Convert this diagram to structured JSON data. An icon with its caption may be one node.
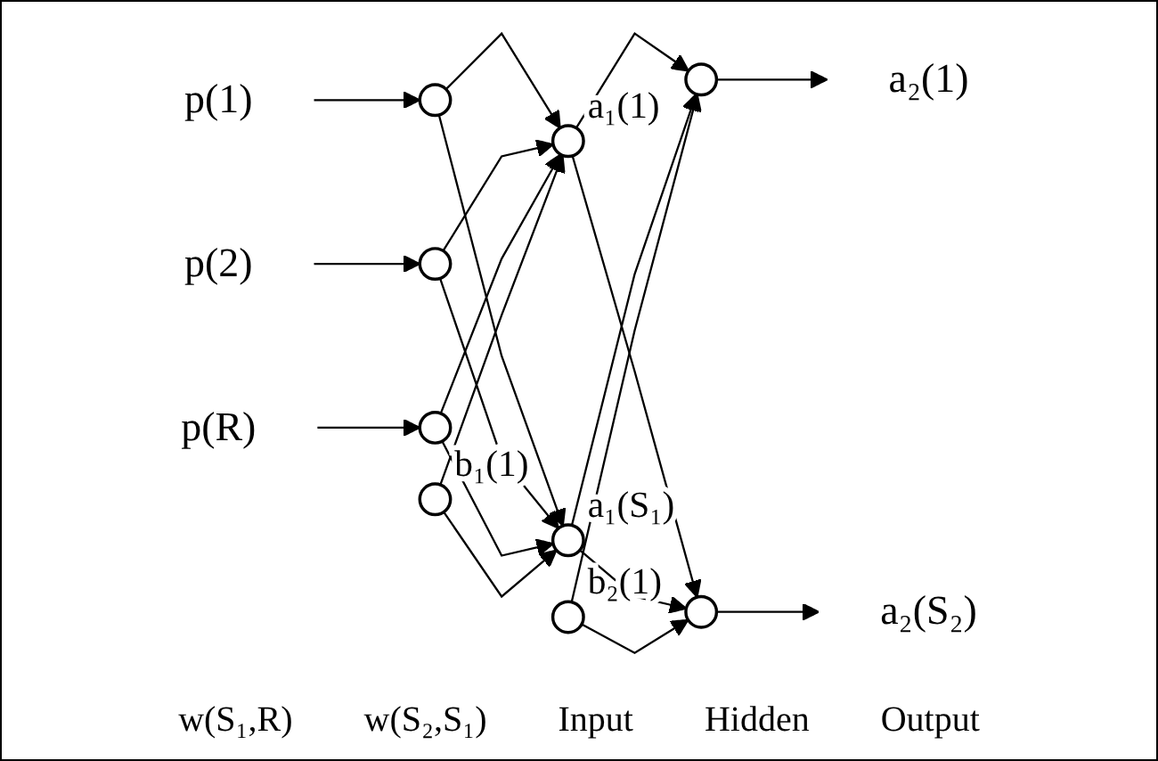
{
  "diagram": {
    "nodes": [
      {
        "text": [
          "p(1)"
        ]
      },
      {
        "text": [
          "p(2)"
        ]
      },
      {
        "text": [
          "p(R)"
        ]
      },
      {
        "text": [],
        "shape": "circle"
      },
      {
        "text": [],
        "shape": "circle"
      },
      {
        "text": [],
        "shape": "circle"
      },
      {
        "text": [],
        "shape": "circle",
        "beside": [
          "b₁(1)"
        ]
      },
      {
        "text": [],
        "shape": "circle",
        "beside": [
          "a₁(1)"
        ]
      },
      {
        "text": [],
        "shape": "circle",
        "beside": [
          "a₁(S₁)"
        ]
      },
      {
        "text": [],
        "shape": "circle",
        "beside": [
          "b₂(1)"
        ]
      },
      {
        "text": [],
        "shape": "circle"
      },
      {
        "text": [],
        "shape": "circle"
      },
      {
        "text": [
          "a₂(1)"
        ]
      },
      {
        "text": [
          "a₂(S₂)"
        ]
      }
    ],
    "edges": [
      {
        "from": 0,
        "to": 3,
        "arrow": "to"
      },
      {
        "from": 1,
        "to": 4,
        "arrow": "to"
      },
      {
        "from": 2,
        "to": 5,
        "arrow": "to"
      },
      {
        "from": 3,
        "to": 7,
        "arrow": "to"
      },
      {
        "from": 3,
        "to": 8,
        "arrow": "to"
      },
      {
        "from": 4,
        "to": 7,
        "arrow": "to"
      },
      {
        "from": 4,
        "to": 8,
        "arrow": "to"
      },
      {
        "from": 5,
        "to": 7,
        "arrow": "to"
      },
      {
        "from": 5,
        "to": 8,
        "arrow": "to"
      },
      {
        "from": 6,
        "to": 7,
        "arrow": "to"
      },
      {
        "from": 6,
        "to": 8,
        "arrow": "to"
      },
      {
        "from": 7,
        "to": 10,
        "arrow": "to"
      },
      {
        "from": 7,
        "to": 11,
        "arrow": "to"
      },
      {
        "from": 8,
        "to": 10,
        "arrow": "to"
      },
      {
        "from": 8,
        "to": 11,
        "arrow": "to"
      },
      {
        "from": 9,
        "to": 10,
        "arrow": "to"
      },
      {
        "from": 9,
        "to": 11,
        "arrow": "to"
      },
      {
        "from": 10,
        "to": 12,
        "arrow": "to"
      },
      {
        "from": 11,
        "to": 13,
        "arrow": "to"
      }
    ],
    "labels": [
      "w(S₁,R)",
      "w(S₂,S₁)",
      "Input",
      "Hidden",
      "Output"
    ]
  }
}
